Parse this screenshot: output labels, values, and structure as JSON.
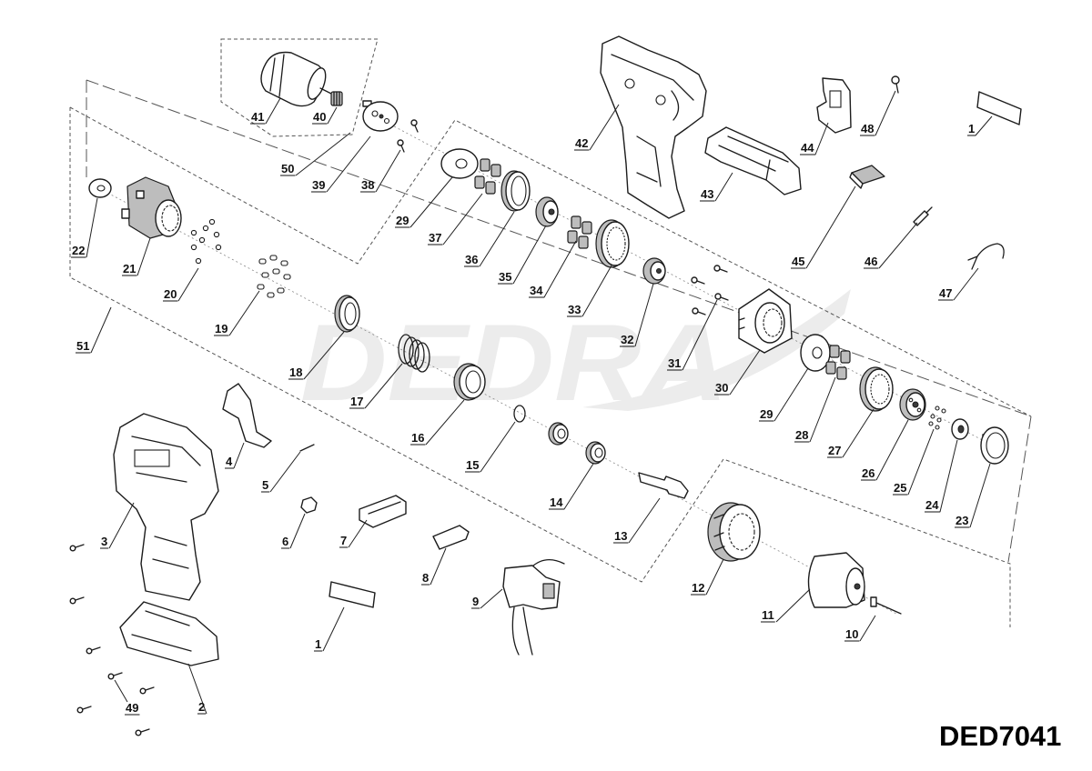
{
  "model_code": "DED7041",
  "watermark": "DEDRA",
  "callouts": [
    "41",
    "40",
    "50",
    "39",
    "38",
    "29",
    "37",
    "36",
    "35",
    "34",
    "33",
    "32",
    "31",
    "30",
    "29",
    "28",
    "27",
    "26",
    "25",
    "24",
    "23",
    "42",
    "43",
    "44",
    "48",
    "1",
    "45",
    "46",
    "47",
    "22",
    "21",
    "20",
    "19",
    "51",
    "18",
    "17",
    "16",
    "15",
    "14",
    "13",
    "12",
    "11",
    "10",
    "9",
    "8",
    "7",
    "6",
    "5",
    "4",
    "3",
    "2",
    "49",
    "1"
  ]
}
